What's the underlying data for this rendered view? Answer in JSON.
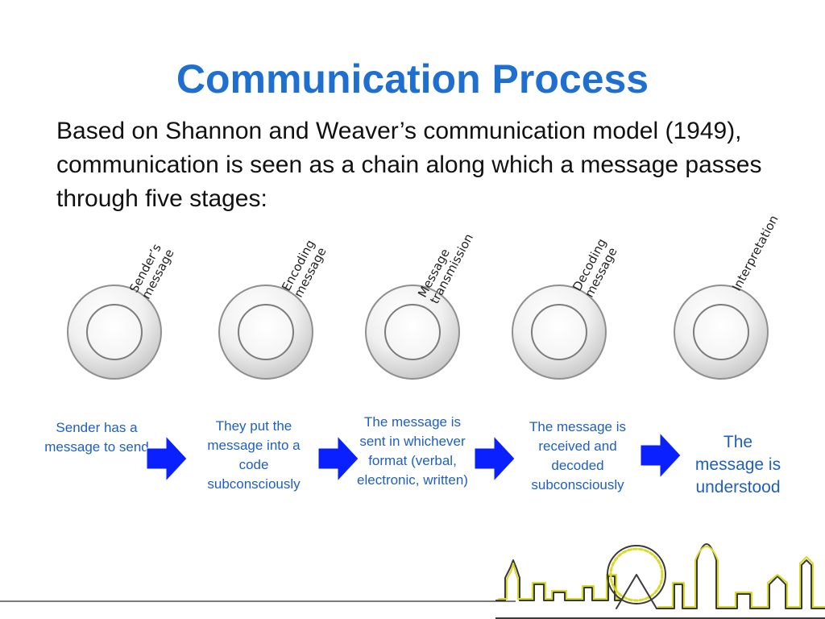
{
  "title": "Communication Process",
  "intro": "Based on Shannon and Weaver’s communication model (1949), communication is seen as a chain along which a message passes through five stages:",
  "colors": {
    "title": "#1f6fd0",
    "description": "#1f5fbf",
    "arrow": "#0a20ff",
    "skyline_outline": "#3a3a3a",
    "skyline_highlight": "#d9d928"
  },
  "stages": [
    {
      "label_lines": [
        "Sender’s",
        "message"
      ],
      "description": "Sender has a message to send"
    },
    {
      "label_lines": [
        "Encoding",
        "message"
      ],
      "description": "They put the message into a code subconsciously"
    },
    {
      "label_lines": [
        "Message",
        "transmission"
      ],
      "description": "The message is sent in whichever format (verbal, electronic, written)"
    },
    {
      "label_lines": [
        "Decoding",
        "message"
      ],
      "description": "The message is received and decoded subconsciously"
    },
    {
      "label_lines": [
        "Interpretation"
      ],
      "description": "The message is understood"
    }
  ],
  "icons": {
    "ring": "ring-icon",
    "arrow": "right-arrow-icon",
    "skyline": "london-skyline-icon"
  }
}
